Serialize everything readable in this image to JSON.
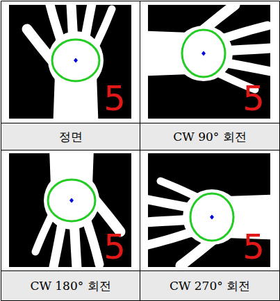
{
  "diagram": {
    "labels": [
      "5",
      "5",
      "정면",
      "CW 90° 회전",
      "5",
      "5",
      "CW 180° 회전",
      "CW 270° 회전"
    ]
  }
}
